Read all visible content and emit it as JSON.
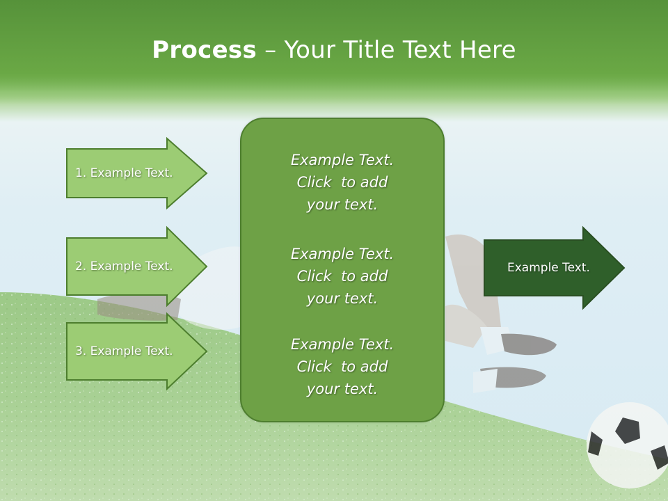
{
  "slide": {
    "title_bold": "Process",
    "title_rest": " – Your Title Text Here",
    "left_steps": [
      {
        "label": "1. Example Text."
      },
      {
        "label": "2. Example Text."
      },
      {
        "label": "3. Example Text."
      }
    ],
    "center_blocks": [
      {
        "lines": [
          "Example Text.",
          "Click  to add",
          "your text."
        ]
      },
      {
        "lines": [
          "Example Text.",
          "Click  to add",
          "your text."
        ]
      },
      {
        "lines": [
          "Example Text.",
          "Click  to add",
          "your text."
        ]
      }
    ],
    "right_arrow": {
      "label": "Example Text."
    }
  },
  "colors": {
    "header_green": "#6aa845",
    "light_arrow_fill": "#9ccc74",
    "light_arrow_stroke": "#4d7e2e",
    "center_box_fill": "#6ea146",
    "dark_arrow_fill": "#2f5f2a"
  }
}
